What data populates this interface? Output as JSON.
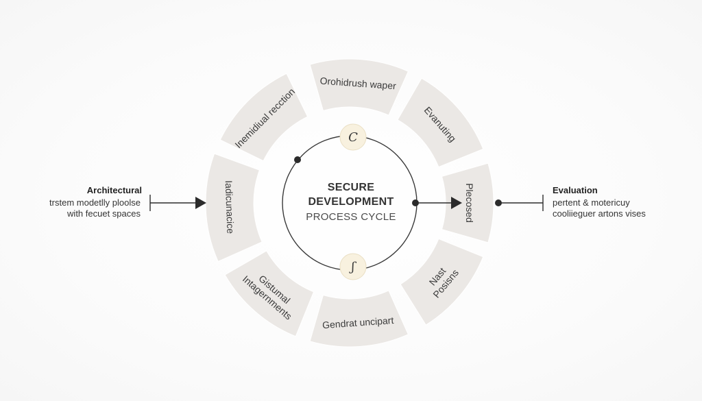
{
  "center": {
    "title_line1": "SECURE",
    "title_line2": "DEVELOPMENT",
    "subtitle": "PROCESS CYCLE"
  },
  "nodes": {
    "top_glyph": "C",
    "bottom_glyph": "ʃ"
  },
  "segments": [
    {
      "label": "Orohidrush waper"
    },
    {
      "label": "Evanuting"
    },
    {
      "label": "Plecosed"
    },
    {
      "label": "Nast Posisns"
    },
    {
      "label": "Gendrat uncipart"
    },
    {
      "label": "Gistumal Intagernments"
    },
    {
      "label": "Iadicunacice"
    },
    {
      "label": "Inemidiual recction"
    }
  ],
  "left_panel": {
    "title": "Architectural",
    "line1": "trstem modetlly ploolse",
    "line2": "with fecuet spaces"
  },
  "right_panel": {
    "title": "Evaluation",
    "line1": "pertent & motericuy",
    "line2": "cooliieguer artons vises"
  },
  "colors": {
    "segment_fill": "#ebe8e5",
    "node_fill": "#f8f1df",
    "stroke": "#2b2b2b"
  }
}
